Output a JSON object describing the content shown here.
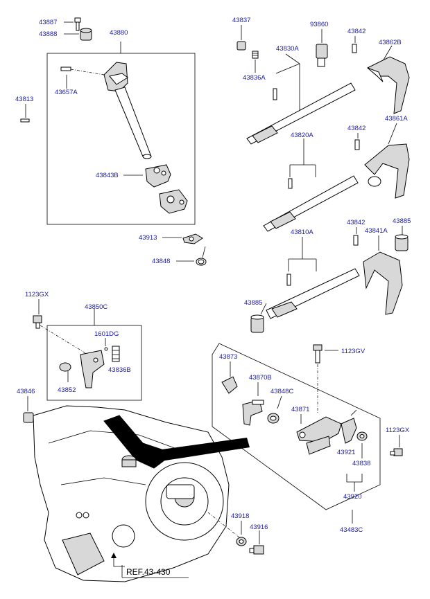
{
  "labels": {
    "l43887": "43887",
    "l43888": "43888",
    "l43880": "43880",
    "l43657A": "43657A",
    "l43813": "43813",
    "l43843B": "43843B",
    "l43913": "43913",
    "l43848": "43848",
    "l43837": "43837",
    "l43836A": "43836A",
    "l43830A": "43830A",
    "l93860": "93860",
    "l43842a": "43842",
    "l43862B": "43862B",
    "l43842b": "43842",
    "l43861A": "43861A",
    "l43820A": "43820A",
    "l43842c": "43842",
    "l43841A": "43841A",
    "l43885a": "43885",
    "l43810A": "43810A",
    "l43885b": "43885",
    "l1123GXa": "1123GX",
    "l43850C": "43850C",
    "l1601DG": "1601DG",
    "l43836B": "43836B",
    "l43852": "43852",
    "l43846": "43846",
    "l1123GV": "1123GV",
    "l43873": "43873",
    "l43870B": "43870B",
    "l43848C": "43848C",
    "l43871": "43871",
    "l1123GXb": "1123GX",
    "l43921": "43921",
    "l43838": "43838",
    "l43920": "43920",
    "l43483C": "43483C",
    "l43918": "43918",
    "l43916": "43916",
    "ref": "REF.43-430"
  },
  "colors": {
    "label": "#1a1aa0",
    "line": "#000000",
    "part_fill": "#d8d8d8"
  }
}
